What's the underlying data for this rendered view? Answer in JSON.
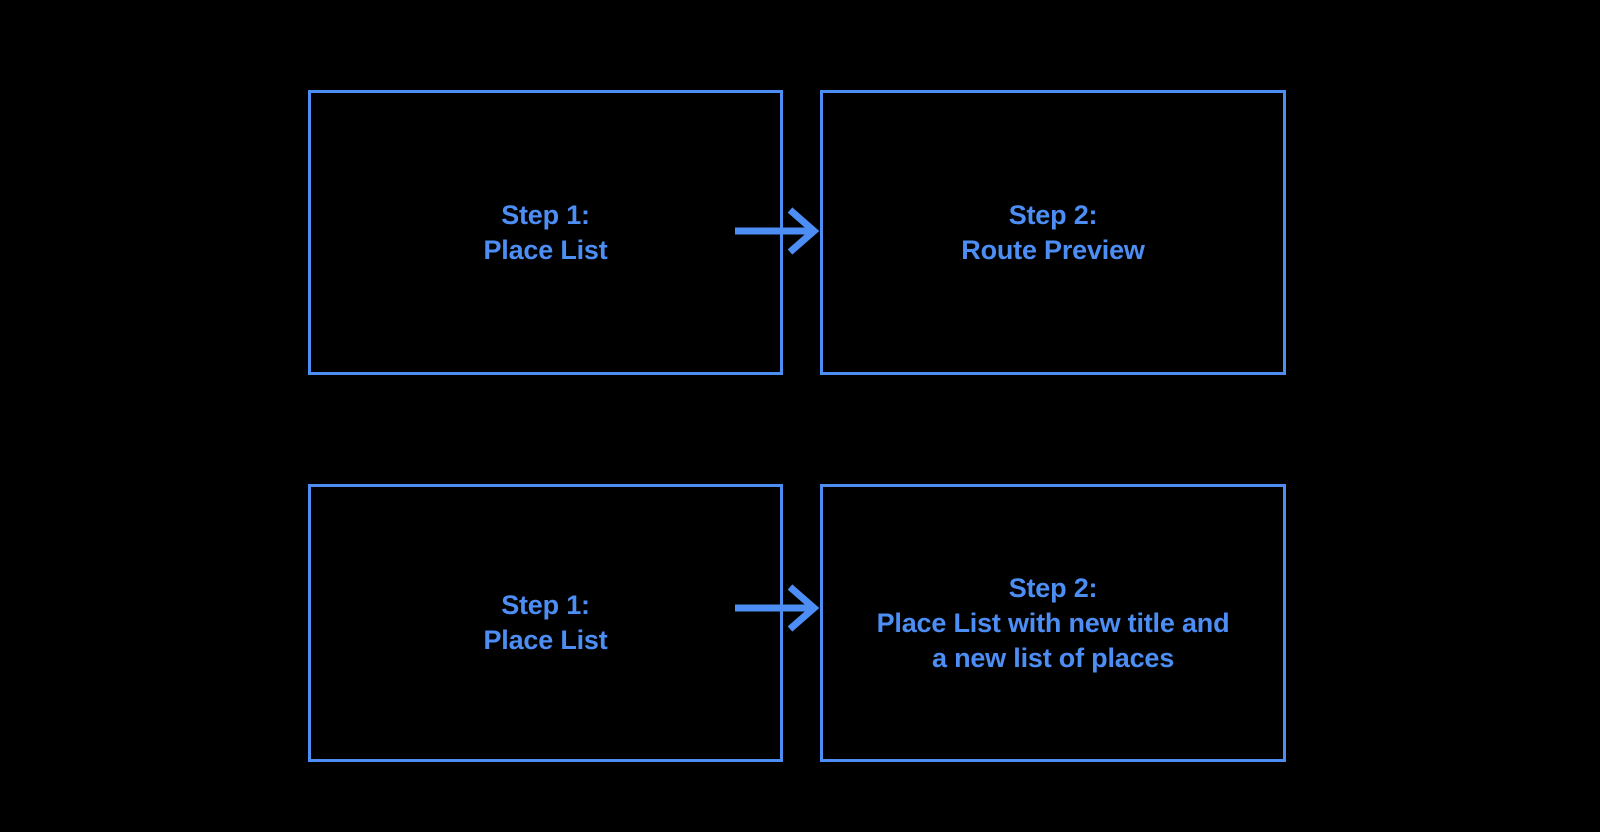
{
  "diagram": {
    "background_color": "#000000",
    "accent_color": "#4d8ef5",
    "rows": [
      {
        "name": "route-preview-flow",
        "boxes": [
          {
            "name": "step-1-place-list",
            "label": "Step 1:\nPlace List"
          },
          {
            "name": "step-2-route-preview",
            "label": "Step 2:\nRoute Preview"
          }
        ],
        "connector": {
          "name": "arrow-right",
          "icon": "arrow-right-icon"
        }
      },
      {
        "name": "place-list-update-flow",
        "boxes": [
          {
            "name": "step-1-place-list",
            "label": "Step 1:\nPlace List"
          },
          {
            "name": "step-2-place-list-updated",
            "label": "Step 2:\nPlace List with new title and\na new list of places"
          }
        ],
        "connector": {
          "name": "arrow-right",
          "icon": "arrow-right-icon"
        }
      }
    ]
  }
}
